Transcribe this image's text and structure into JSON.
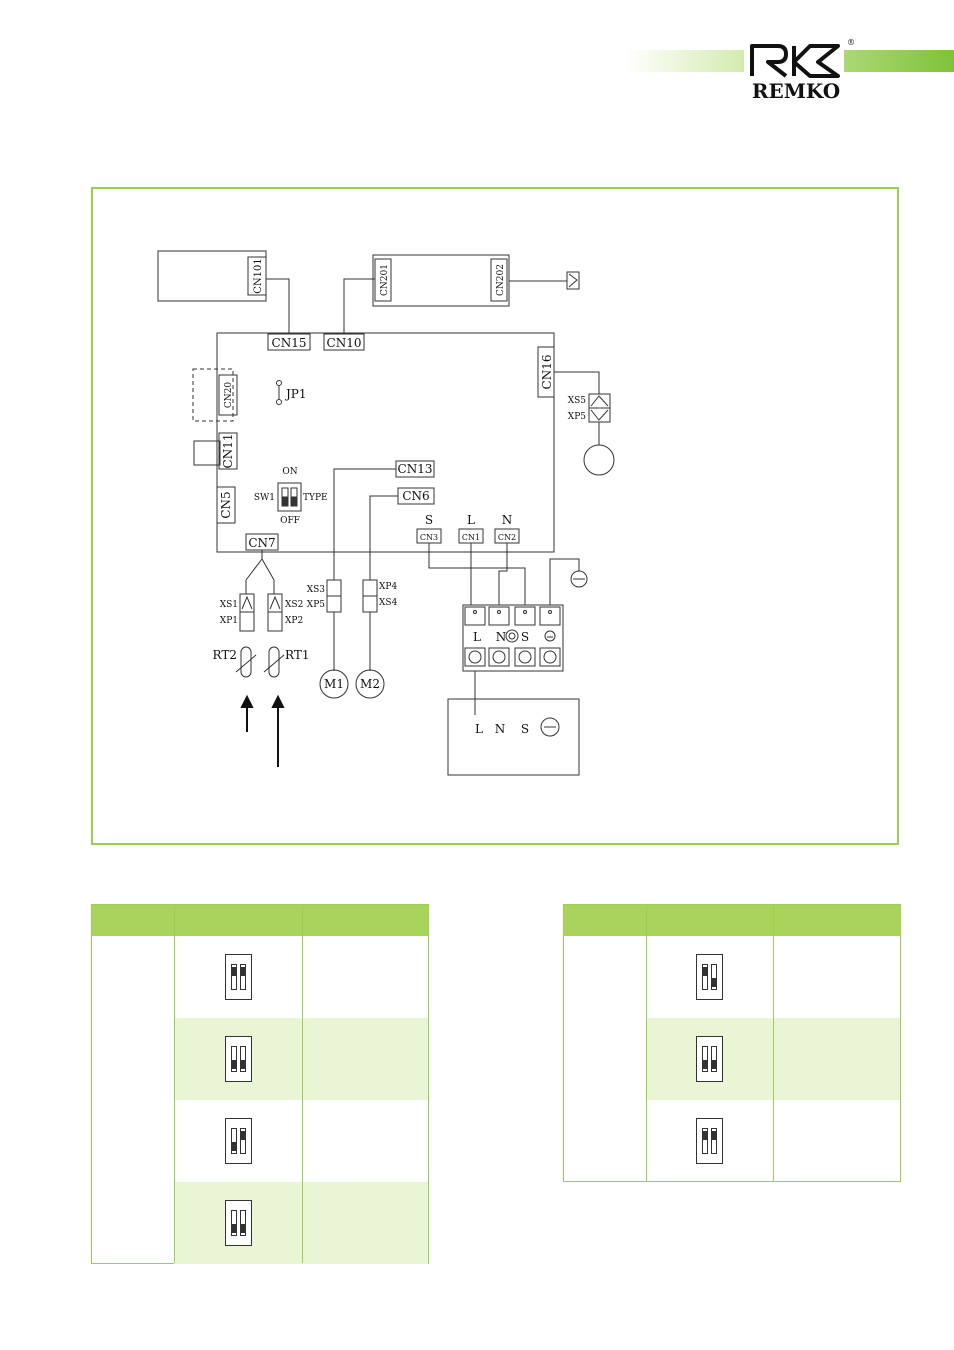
{
  "brand": {
    "name": "REMKO",
    "registered": "®",
    "colors": {
      "accent": "#9bcf52",
      "header_fill": "#a9d35a",
      "row_alt": "#eaf5d6",
      "line": "#333333"
    }
  },
  "diagram": {
    "boxes": {
      "cn101": "CN101",
      "cn201": "CN201",
      "cn202": "CN202"
    },
    "connectors": {
      "cn15": "CN15",
      "cn10": "CN10",
      "cn16": "CN16",
      "cn20": "CN20",
      "cn11": "CN11",
      "cn5": "CN5",
      "cn7": "CN7",
      "cn13": "CN13",
      "cn6": "CN6",
      "cn3": "CN3",
      "cn1": "CN1",
      "cn2": "CN2"
    },
    "labels": {
      "jp1": "JP1",
      "sw1": "SW1",
      "type": "TYPE",
      "on": "ON",
      "off": "OFF",
      "xs5": "XS5",
      "xp5_top": "XP5",
      "xs1": "XS1",
      "xp1": "XP1",
      "xs2": "XS2",
      "xp2": "XP2",
      "xs3": "XS3",
      "xp5": "XP5",
      "xp4": "XP4",
      "xs4": "XS4",
      "rt2": "RT2",
      "rt1": "RT1",
      "m1": "M1",
      "m2": "M2",
      "s_top": "S",
      "l_top": "L",
      "n_top": "N",
      "term_l": "L",
      "term_n": "N",
      "term_s": "S",
      "unit_l": "L",
      "unit_n": "N",
      "unit_s": "S"
    }
  },
  "tables": {
    "left": {
      "rows": [
        {
          "sw1": "up",
          "sw2": "up"
        },
        {
          "sw1": "down",
          "sw2": "down"
        },
        {
          "sw1": "down",
          "sw2": "up"
        },
        {
          "sw1": "down",
          "sw2": "down"
        }
      ]
    },
    "right": {
      "rows": [
        {
          "sw1": "up",
          "sw2": "down"
        },
        {
          "sw1": "down",
          "sw2": "down"
        },
        {
          "sw1": "up",
          "sw2": "up"
        }
      ]
    }
  }
}
